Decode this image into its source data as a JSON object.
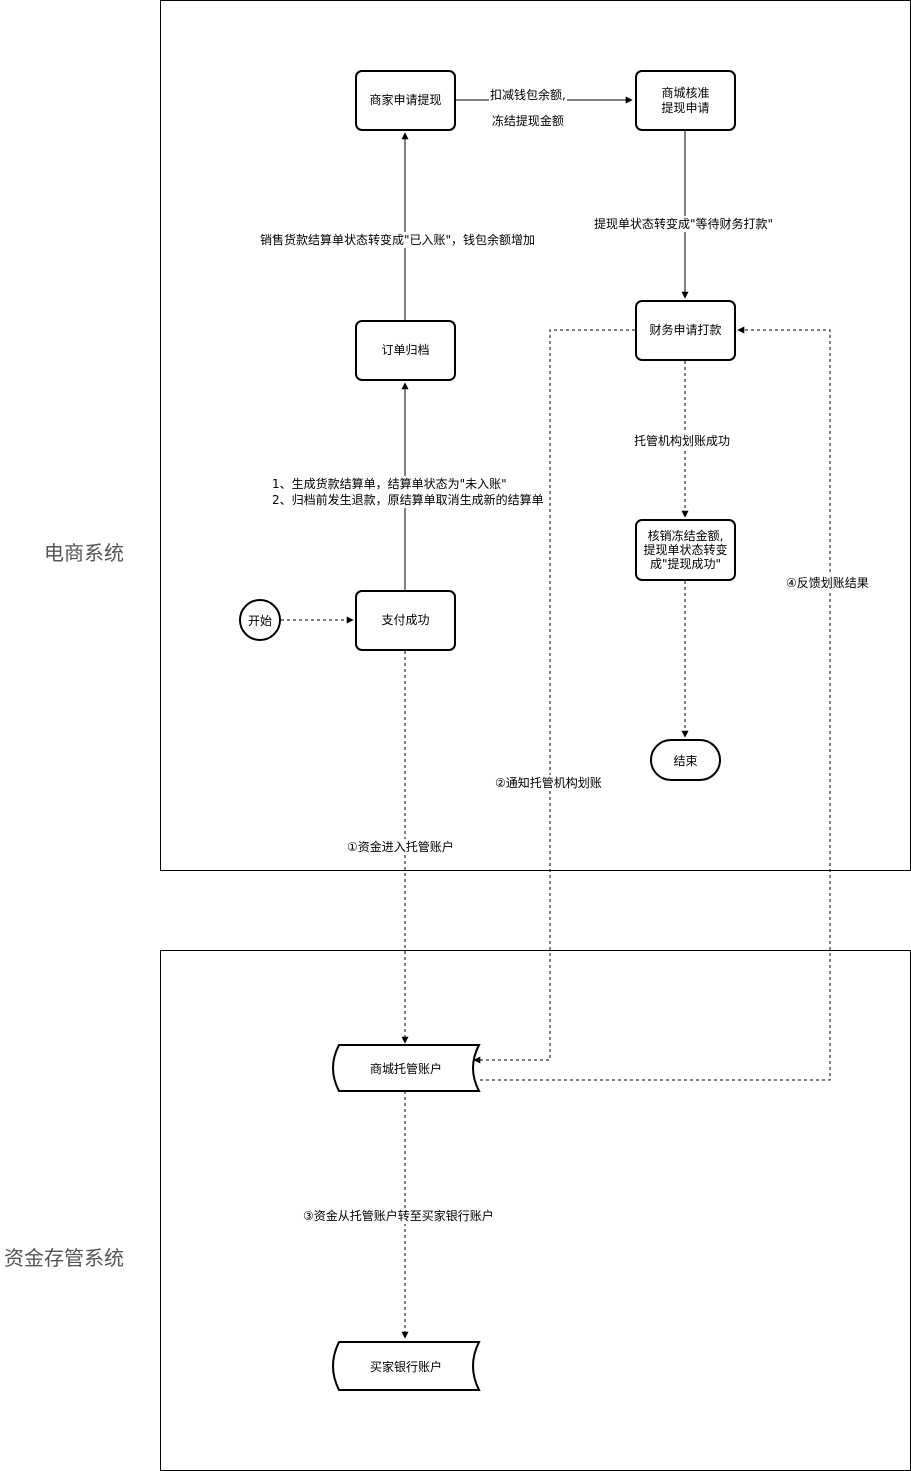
{
  "lanes": {
    "ecommerce": "电商系统",
    "custody": "资金存管系统"
  },
  "nodes": {
    "start": "开始",
    "payment_success": "支付成功",
    "order_archive": "订单归档",
    "merchant_withdraw": "商家申请提现",
    "mall_approve": "商城核准\n提现申请",
    "finance_pay": "财务申请打款",
    "verify_frozen": "核销冻结金额,\n提现单状态转变\n成\"提现成功\"",
    "end": "结束",
    "mall_custody_account": "商城托管账户",
    "buyer_bank_account": "买家银行账户"
  },
  "edge_labels": {
    "generate_statement": "1、生成货款结算单，结算单状态为\"未入账\"\n2、归档前发生退款，原结算单取消生成新的结算单",
    "statement_credited": "销售货款结算单状态转变成\"已入账\"，钱包余额增加",
    "deduct_wallet": "扣减钱包余额,\n冻结提现金额",
    "await_finance": "提现单状态转变成\"等待财务打款\"",
    "custody_transfer_ok": "托管机构划账成功",
    "step1": "①资金进入托管账户",
    "step2": "②通知托管机构划账",
    "step3": "③资金从托管账户转至买家银行账户",
    "step4": "④反馈划账结果"
  }
}
